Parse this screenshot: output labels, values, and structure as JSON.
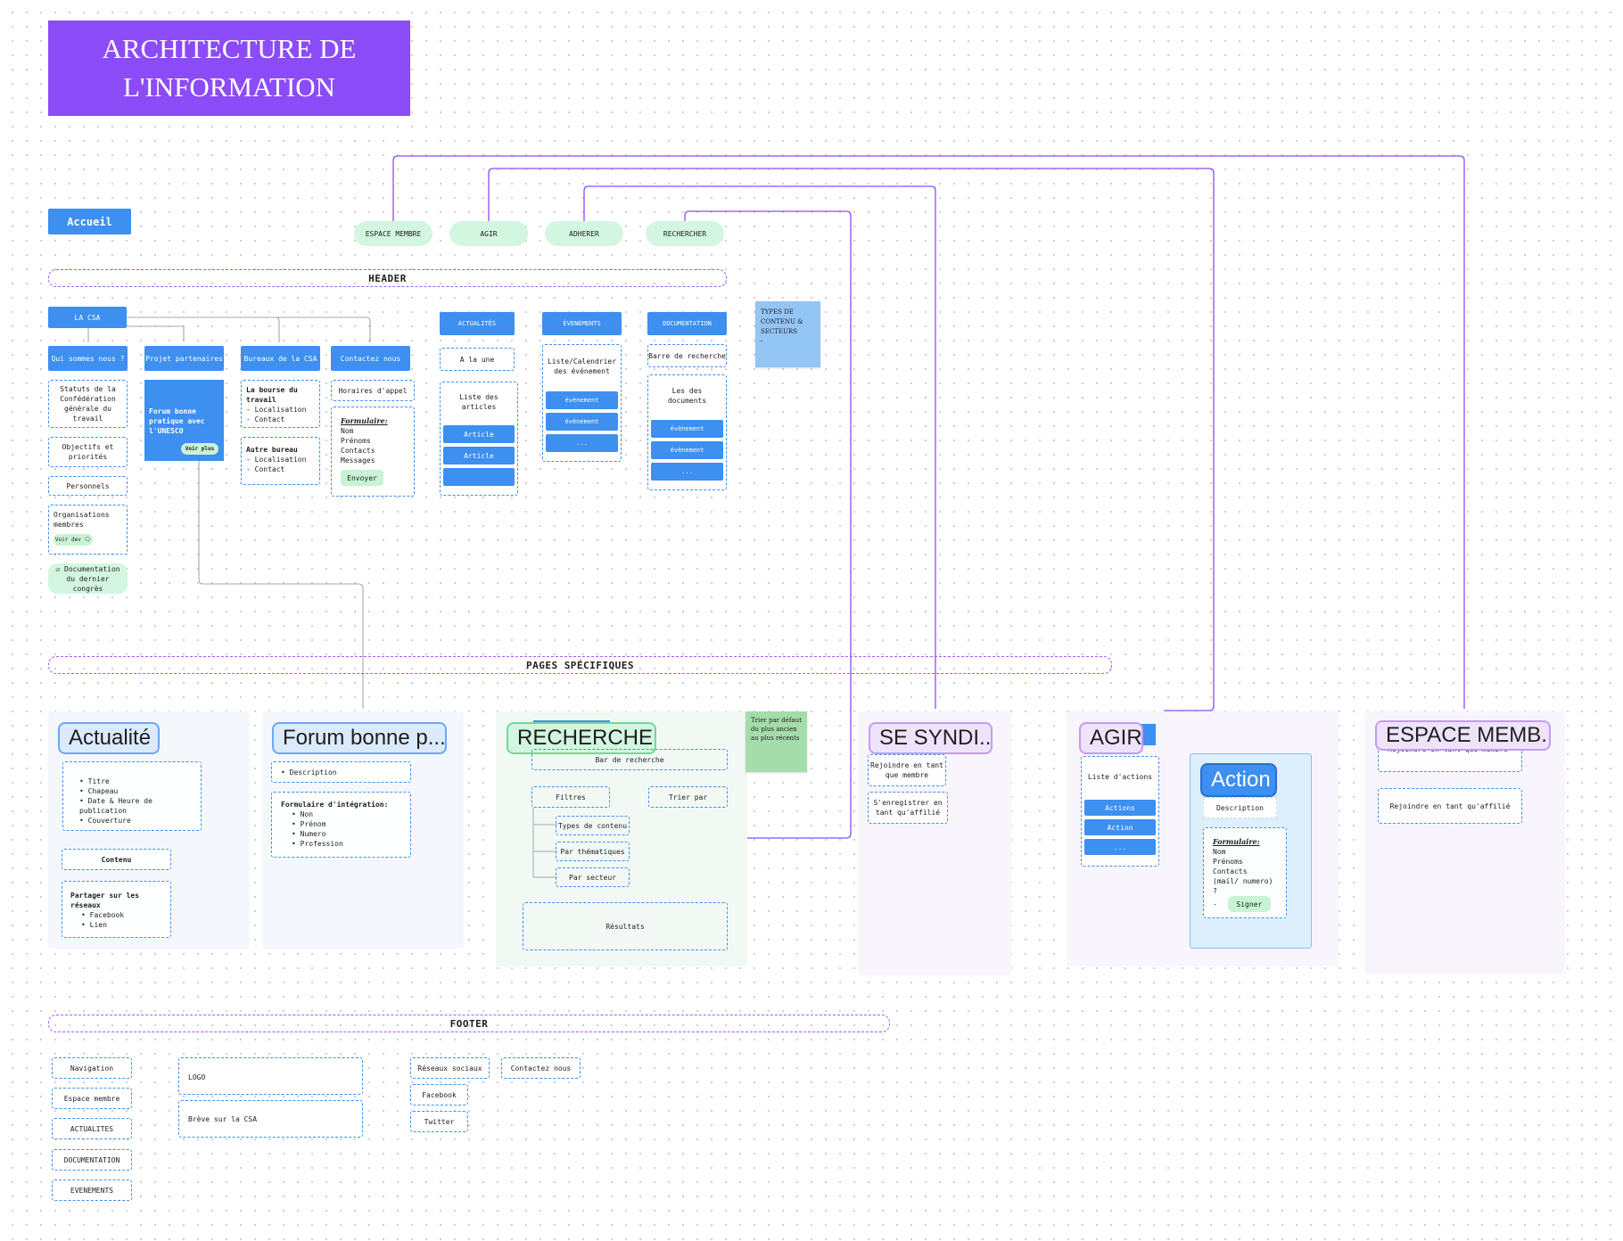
{
  "title": "ARCHITECTURE DE\nL'INFORMATION",
  "home": "Accueil",
  "top_buttons": [
    "ESPACE MEMBRE",
    "AGIR",
    "ADHERER",
    "RECHERCHER"
  ],
  "sections": {
    "header": "HEADER",
    "pages": "PAGES SPÉCIFIQUES",
    "footer": "FOOTER"
  },
  "la_csa": {
    "label": "LA CSA",
    "cols": [
      "Qui sommes nous ?",
      "Projet partenaires",
      "Bureaux de la CSA",
      "Contactez nous"
    ],
    "qui": [
      "Statuts de la Confédération générale du travail",
      "Objectifs et priorités",
      "Personnels",
      "Organisations membres"
    ],
    "voir_dev": "Voir dev 🗨",
    "doc_congres": "☑ Documentation du dernier congrès",
    "forum": "Forum bonne pratique avec l'UNESCO",
    "voir_plus": "Voir plus",
    "bourse_title": "La bourse du travail",
    "bourse_items": [
      "- Localisation",
      "- Contact"
    ],
    "autre_title": "Autre bureau",
    "autre_items": [
      "- Localisation",
      "- Contact"
    ],
    "horaires": "Horaires d'appel",
    "formulaire": "Formulaire:",
    "form_fields": [
      "Nom",
      "Prénoms",
      "Contacts",
      "Messages"
    ],
    "envoyer": "Envoyer"
  },
  "actualites": {
    "label": "ACTUALITÉS",
    "une": "A la une",
    "liste": "Liste des articles",
    "items": [
      "Article",
      "Article",
      ""
    ]
  },
  "evenements": {
    "label": "ÉVENEMENTS",
    "liste": "Liste/Calendrier des événement",
    "items": [
      "évènement",
      "évènement",
      "..."
    ]
  },
  "documentation": {
    "label": "DOCUMENTATION",
    "barre": "Barre de recherche",
    "liste": "Les des documents",
    "items": [
      "évènement",
      "évènement",
      "..."
    ]
  },
  "sticky_types": "TYPES DE CONTENU & SECTEURS\n-",
  "sticky_tri": "Trier par défaut du plus ancien au plus récents",
  "page_actualite": {
    "title": "Actualité",
    "items": [
      "Titre",
      "Chapeau",
      "Date & Heure de publication",
      "Couverture"
    ],
    "contenu": "Contenu",
    "partager": "Partager sur les réseaux",
    "reseaux": [
      "Facebook",
      "Lien"
    ]
  },
  "page_forum": {
    "title": "Forum bonne p...",
    "desc": "• Description",
    "form_title": "Formulaire d'intégration:",
    "fields": [
      "Non",
      "Prénom",
      "Numero",
      "Profession"
    ]
  },
  "page_rechercher": {
    "title": "RECHERCHER",
    "barre": "Bar de recherche",
    "filtres": "Filtres",
    "trier": "Trier par",
    "options": [
      "Types de contenu",
      "Par thématiques",
      "Par secteur"
    ],
    "resultats": "Résultats"
  },
  "page_syndi": {
    "title": "SE SYNDI...",
    "items": [
      "Rejoindre en tant que membre",
      "S'enregistrer en tant qu'affilié"
    ]
  },
  "page_agir": {
    "title": "AGIR",
    "liste": "Liste d'actions",
    "items": [
      "Actions",
      "Action",
      "..."
    ],
    "action_title": "Action",
    "description": "Description",
    "formulaire": "Formulaire:",
    "fields": [
      "Nom",
      "Prénoms",
      "Contacts (mail/ numero)",
      "?",
      "-"
    ],
    "signer": "Signer"
  },
  "page_espace": {
    "title": "ESPACE MEMB...",
    "items": [
      "Rejoindre en tant que membre",
      "Rejoindre en tant qu'affilié"
    ]
  },
  "footer": {
    "nav": [
      "Navigation",
      "Espace membre",
      "ACTUALITES",
      "DOCUMENTATION",
      "EVENEMENTS"
    ],
    "logo": "LOGO",
    "breve": "Brève sur la CSA",
    "reseaux": "Réseaux sociaux",
    "social": [
      "Facebook",
      "Twitter"
    ],
    "contact": "Contactez nous"
  },
  "colors": {
    "purple": "#8b4cf7",
    "blue": "#3d8ff0",
    "green": "#d3f6e0",
    "line": "#8b4cf7"
  }
}
